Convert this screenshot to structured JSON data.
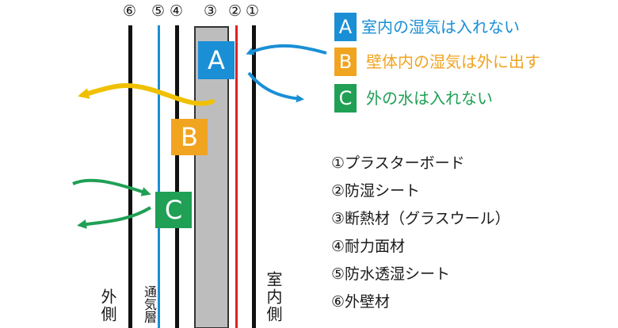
{
  "column_numbers": [
    "⑥",
    "⑤",
    "④",
    "③",
    "②",
    "①"
  ],
  "side_labels": {
    "outside": "外側",
    "ventilation": "通気層",
    "inside": "室内側"
  },
  "boxes": {
    "a": "A",
    "b": "B",
    "c": "C"
  },
  "legend": [
    {
      "letter": "A",
      "text": "室内の湿気は入れない",
      "color": "#1a8fd6"
    },
    {
      "letter": "B",
      "text": "壁体内の湿気は外に出す",
      "color": "#f0a420"
    },
    {
      "letter": "C",
      "text": "外の水は入れない",
      "color": "#1fa055"
    }
  ],
  "layers": [
    "①プラスターボード",
    "②防湿シート",
    "③断熱材（グラスウール）",
    "④耐力面材",
    "⑤防水透湿シート",
    "⑥外壁材"
  ],
  "colors": {
    "blue": "#1a8fd6",
    "yellow": "#f0a420",
    "green": "#1fa055",
    "red": "#e02020",
    "black": "#111111",
    "insulation": "#bdbdbd"
  }
}
